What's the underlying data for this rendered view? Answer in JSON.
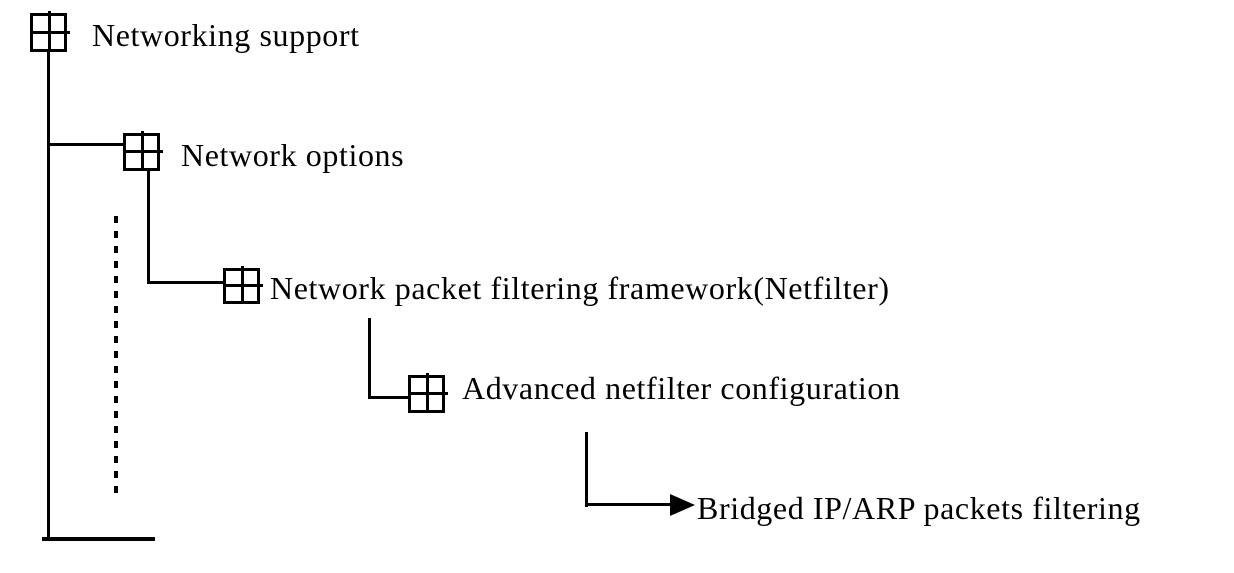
{
  "diagram": {
    "type": "tree",
    "background_color": "#ffffff",
    "line_color": "#000000",
    "nodes": [
      {
        "label": "Networking support",
        "icon": "plus-box",
        "level": 0
      },
      {
        "label": "Network options",
        "icon": "plus-box",
        "level": 1
      },
      {
        "label": "Network packet filtering framework(Netfilter)",
        "icon": "plus-box",
        "level": 2
      },
      {
        "label": "Advanced netfilter configuration",
        "icon": "plus-box",
        "level": 3
      },
      {
        "label": "Bridged IP/ARP packets filtering",
        "icon": "arrow-right",
        "level": 4
      }
    ],
    "decorations": [
      {
        "icon": "dashed-continuation-line",
        "meaning": "omitted sibling items"
      }
    ]
  }
}
